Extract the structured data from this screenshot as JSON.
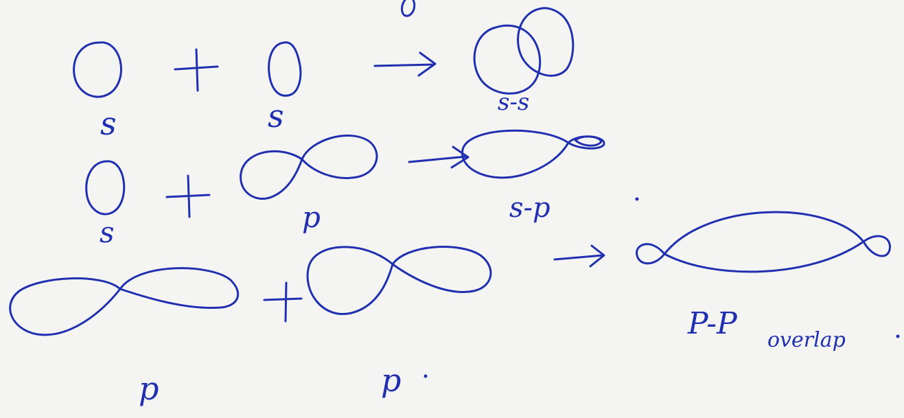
{
  "colors": {
    "paper": "#f4f4f2",
    "ink": "#1f2fb0"
  },
  "rows": [
    {
      "left_label": "s",
      "operator": "+",
      "right_label": "s",
      "result_label": "s-s"
    },
    {
      "left_label": "s",
      "operator": "+",
      "right_label": "p",
      "result_label": "s-p"
    },
    {
      "left_label": "p",
      "operator": "+",
      "right_label": "p",
      "result_label_main": "P-P",
      "result_label_sub": "overlap"
    }
  ]
}
